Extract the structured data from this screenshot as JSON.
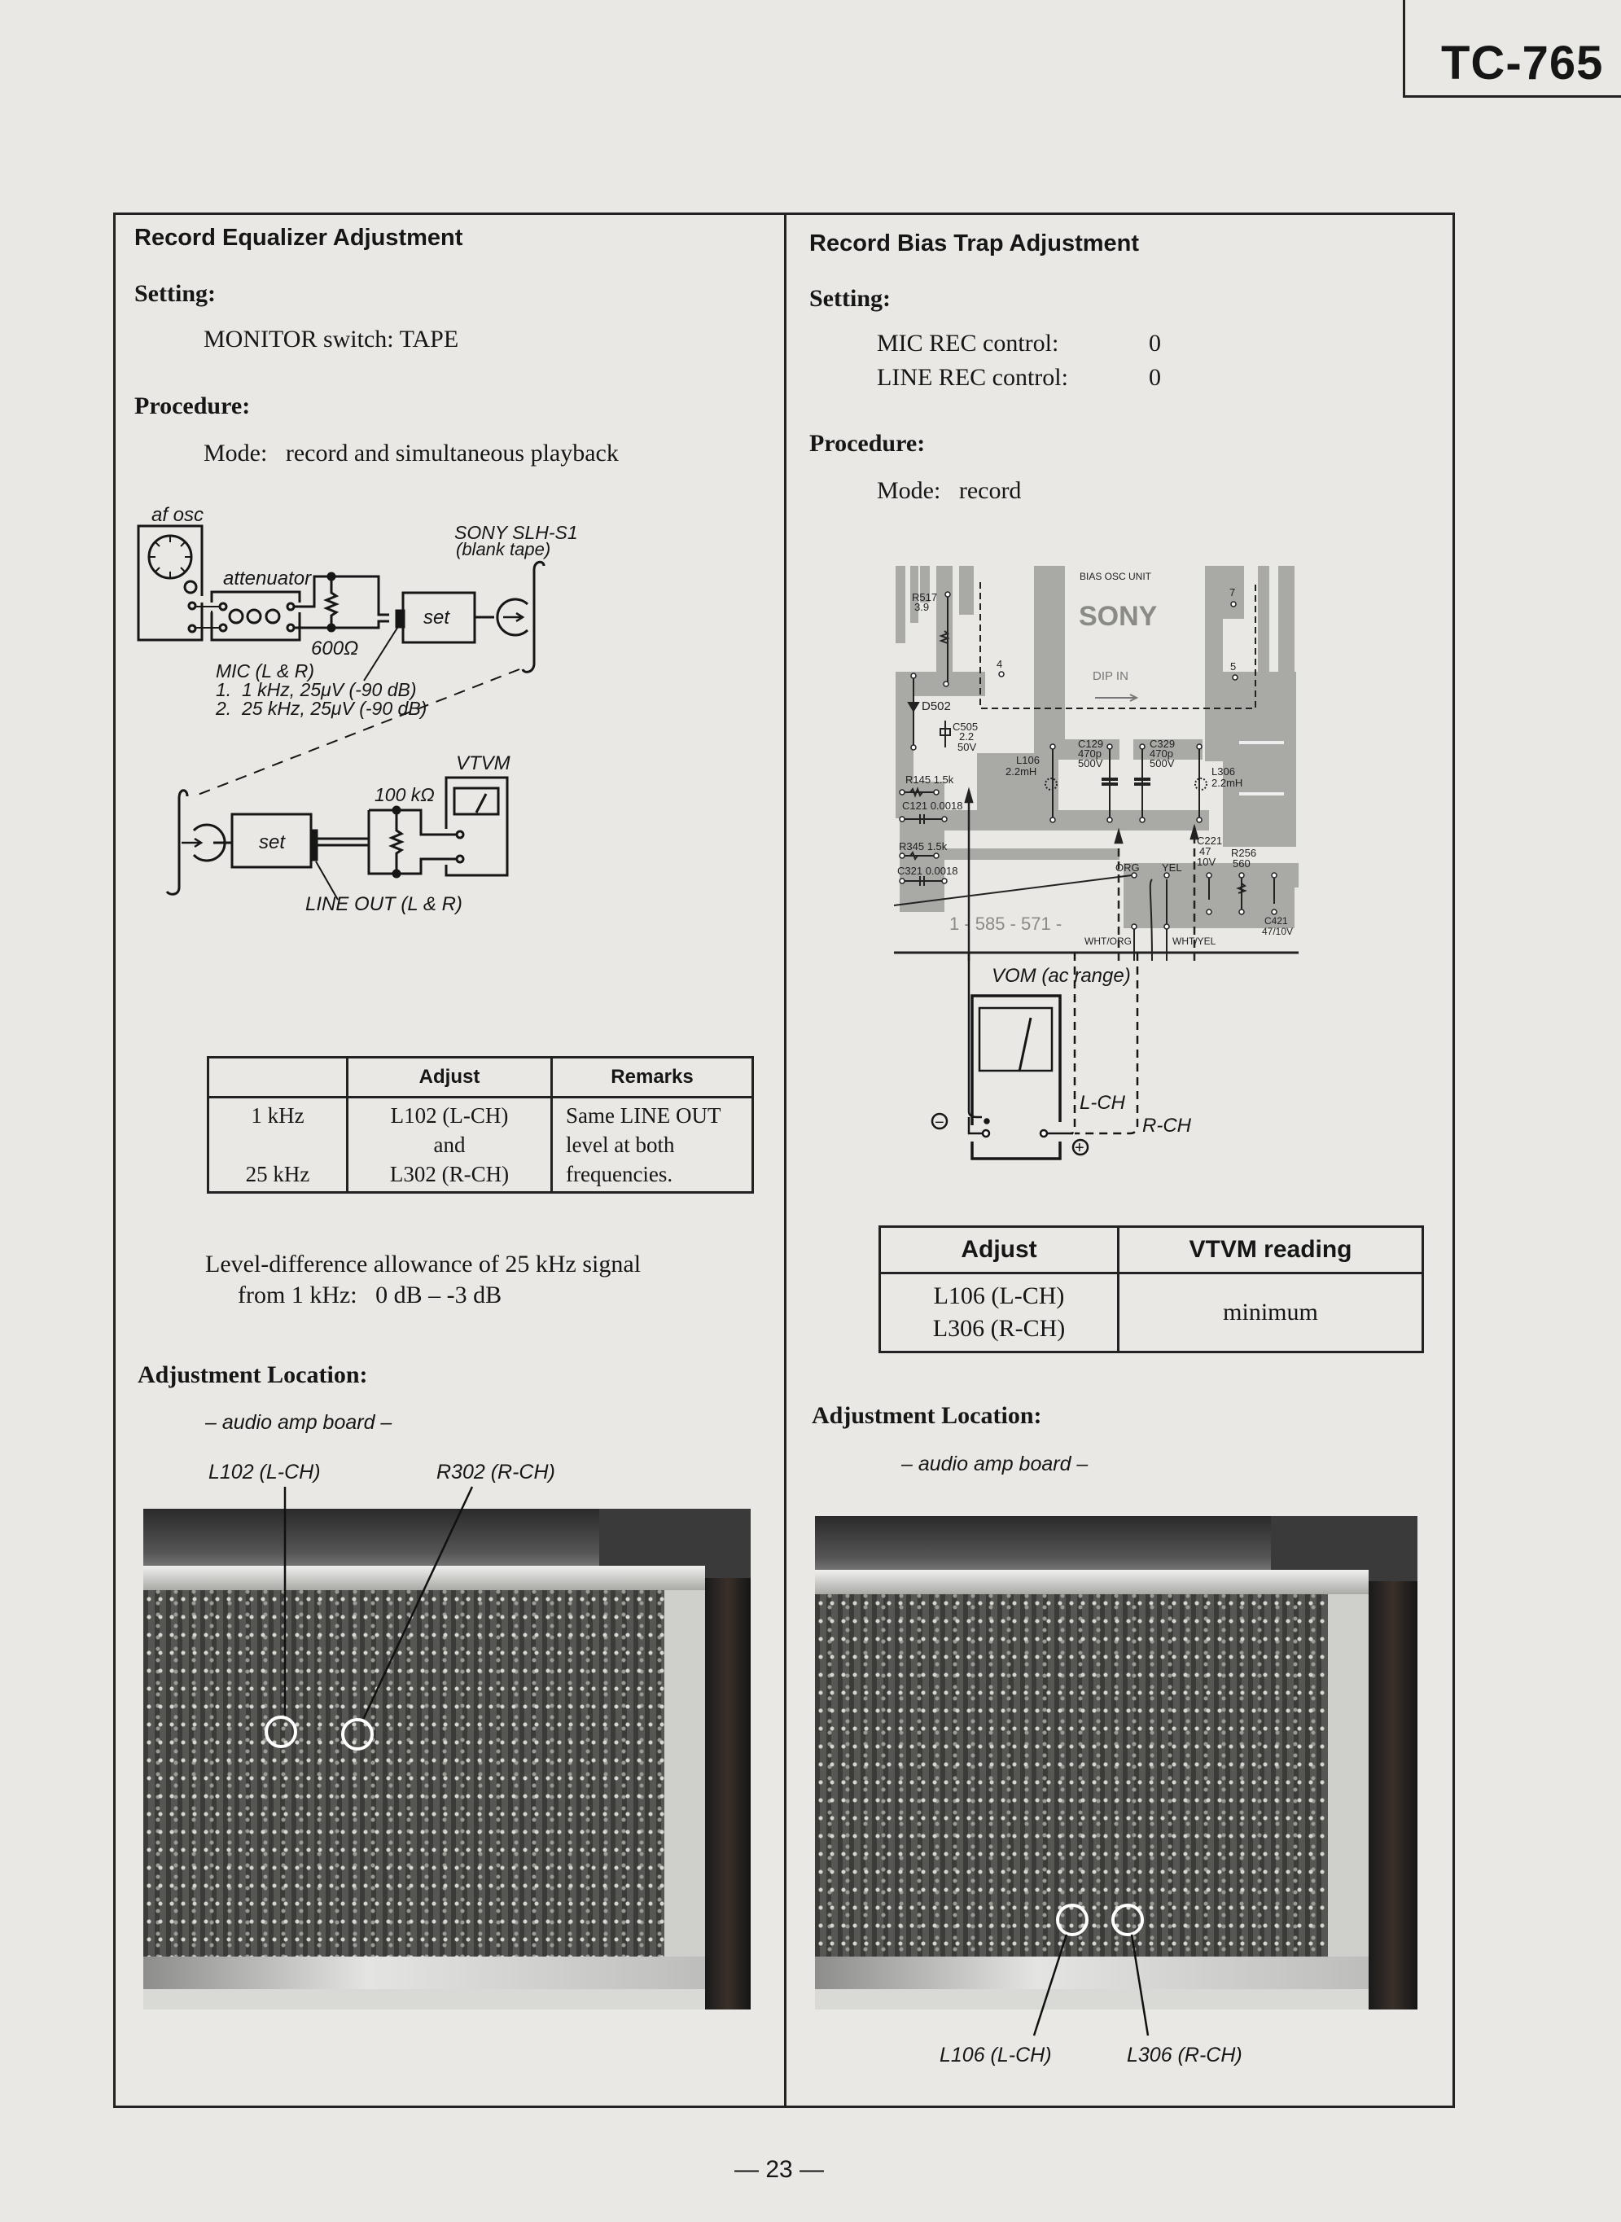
{
  "header": {
    "model": "TC-765"
  },
  "left": {
    "title": "Record Equalizer Adjustment",
    "setting_label": "Setting:",
    "setting_line": "MONITOR switch:  TAPE",
    "procedure_label": "Procedure:",
    "mode_line": "Mode:   record and simultaneous playback",
    "diagram": {
      "af_osc": "af osc",
      "attenuator": "attenuator",
      "resistor_600": "600Ω",
      "set_top": "set",
      "tape": "SONY SLH-S1",
      "tape_note": "(blank tape)",
      "mic": "MIC (L & R)",
      "mic_1": "1.  1 kHz, 25μV (-90 dB)",
      "mic_2": "2.  25 kHz, 25μV (-90 dB)",
      "vtvm": "VTVM",
      "resistor_100k": "100 kΩ",
      "set_bottom": "set",
      "line_out": "LINE OUT (L & R)"
    },
    "table": {
      "headers": [
        "",
        "Adjust",
        "Remarks"
      ],
      "freq_1": "1 kHz",
      "freq_2": "25 kHz",
      "adjust_1": "L102 (L-CH)",
      "adjust_and": "and",
      "adjust_2": "L302 (R-CH)",
      "remarks_1": "Same LINE OUT",
      "remarks_2": "level at both",
      "remarks_3": "frequencies."
    },
    "allowance_1": "Level-difference allowance of 25 kHz signal",
    "allowance_2": "from 1 kHz:   0 dB – -3 dB",
    "location_label": "Adjustment Location:",
    "board": "– audio amp board –",
    "callout_1": "L102 (L-CH)",
    "callout_2": "R302 (R-CH)"
  },
  "right": {
    "title": "Record Bias Trap Adjustment",
    "setting_label": "Setting:",
    "settings": [
      {
        "label": "MIC REC control:",
        "value": "0"
      },
      {
        "label": "LINE REC control:",
        "value": "0"
      }
    ],
    "procedure_label": "Procedure:",
    "mode_line": "Mode:   record",
    "pcb": {
      "unit": "BIAS  OSC  UNIT",
      "brand": "SONY",
      "dip_in": "DIP  IN",
      "pin_4": "4",
      "pin_5": "5",
      "pin_7": "7",
      "r517": "R517",
      "r517_v": "3.9",
      "d502": "D502",
      "c505": "C505",
      "c505_v1": "2.2",
      "c505_v2": "50V",
      "l106": "L106",
      "l106_v": "2.2mH",
      "c129": "C129",
      "c129_v1": "470p",
      "c129_v2": "500V",
      "c329": "C329",
      "c329_v1": "470p",
      "c329_v2": "500V",
      "l306": "L306",
      "l306_v": "2.2mH",
      "r145": "R145 1.5k",
      "c121": "C121 0.0018",
      "r345": "R345 1.5k",
      "c321": "C321 0.0018",
      "org": "ORG",
      "yel": "YEL",
      "c221": "C221",
      "c221_v1": "47",
      "c221_v2": "10V",
      "r256": "R256",
      "r256_v": "560",
      "c421": "C421",
      "c421_v": "47/10V",
      "part_no": "1 - 585 - 571 -",
      "wht_org": "WHT/ORG",
      "wht_yel": "WHT/YEL"
    },
    "vom": {
      "label": "VOM (ac range)",
      "l_ch": "L-CH",
      "r_ch": "R-CH",
      "minus": "−",
      "plus": "+"
    },
    "table": {
      "headers": [
        "Adjust",
        "VTVM reading"
      ],
      "adjust_1": "L106 (L-CH)",
      "adjust_2": "L306 (R-CH)",
      "reading": "minimum"
    },
    "location_label": "Adjustment Location:",
    "board": "– audio amp board –",
    "callout_1": "L106 (L-CH)",
    "callout_2": "L306 (R-CH)"
  },
  "footer": {
    "page": "— 23 —"
  }
}
